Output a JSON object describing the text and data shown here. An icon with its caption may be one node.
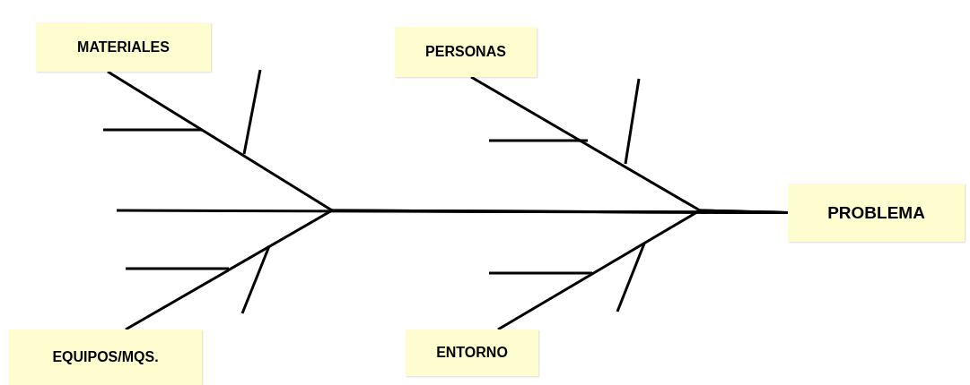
{
  "diagram": {
    "nodes": [
      {
        "text": [
          "MATERIALES"
        ]
      },
      {
        "text": [
          "PERSONAS"
        ]
      },
      {
        "text": [
          "PROBLEMA"
        ]
      },
      {
        "text": [
          "EQUIPOS/MQS."
        ]
      },
      {
        "text": [
          "ENTORNO"
        ]
      }
    ],
    "edges": [
      {
        "from": 0,
        "to": 2,
        "arrow": "none"
      },
      {
        "from": 1,
        "to": 2,
        "arrow": "none"
      },
      {
        "from": null,
        "to": 2,
        "arrow": "none"
      },
      {
        "from": 3,
        "to": 2,
        "arrow": "none"
      },
      {
        "from": 4,
        "to": 2,
        "arrow": "none"
      }
    ]
  }
}
